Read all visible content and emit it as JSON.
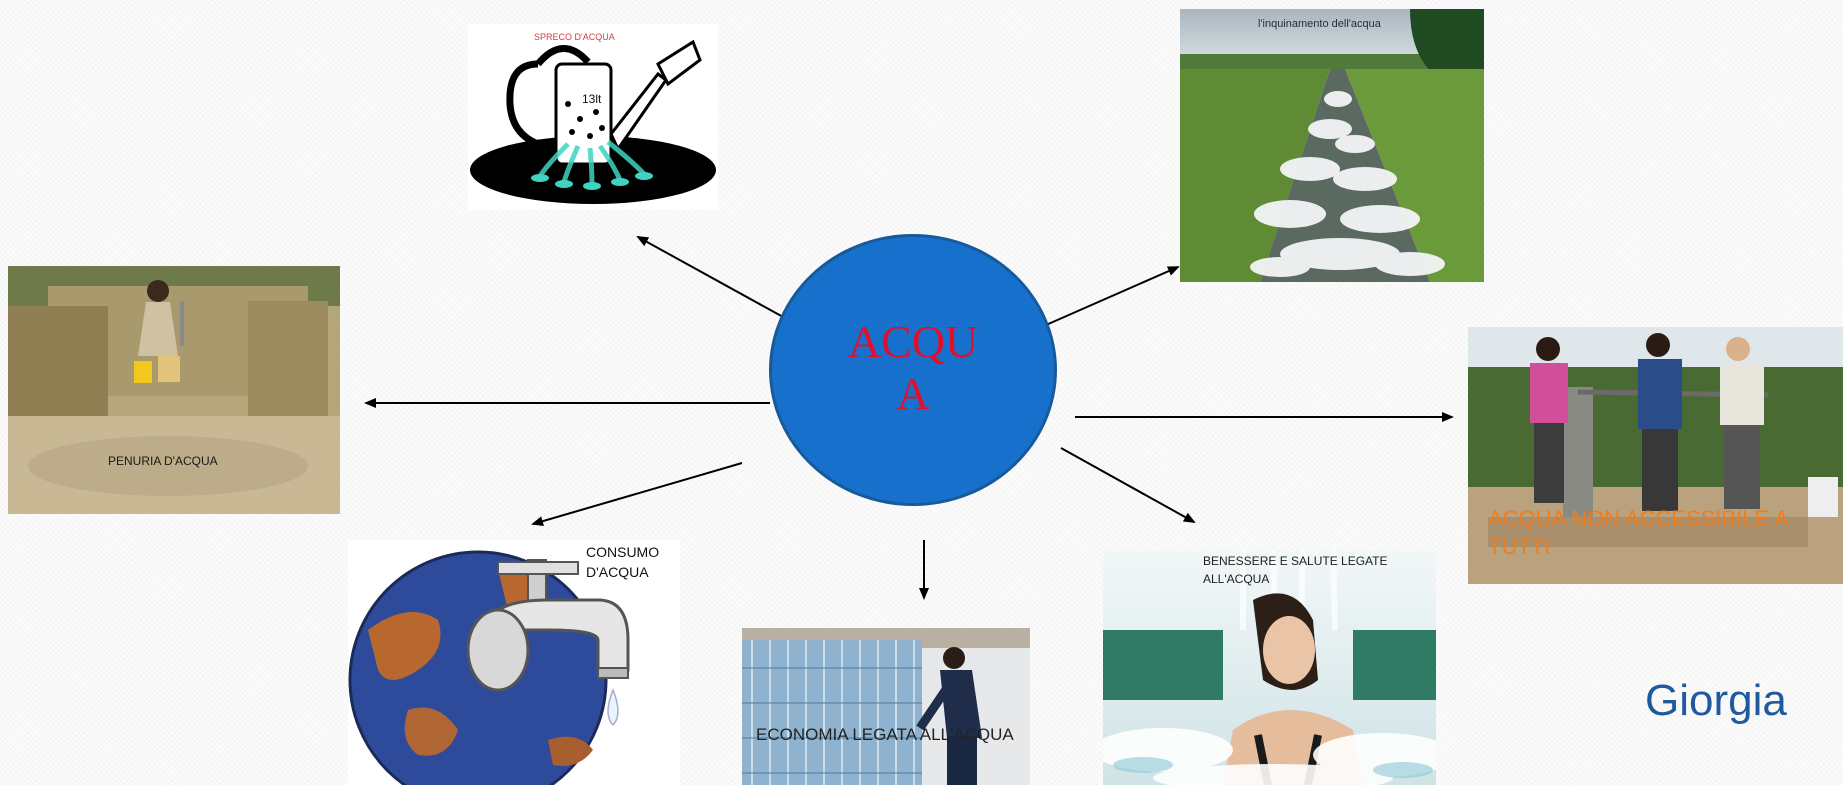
{
  "center": {
    "label": "ACQUA"
  },
  "nodes": {
    "waste": {
      "caption": "SPRECO D'ACQUA",
      "measure": "13lt",
      "image": "watering-can-illustration"
    },
    "pollution": {
      "caption": "l'inquinamento dell'acqua",
      "image": "polluted-foamy-canal-photo"
    },
    "shortage": {
      "caption": "PENURIA D'ACQUA",
      "image": "child-at-water-tap-photo"
    },
    "access": {
      "caption": "ACQUA NON ACCESSIBILE A TUTTI",
      "image": "people-at-hand-pump-photo"
    },
    "consumption": {
      "caption": "CONSUMO D'ACQUA",
      "image": "earth-faucet-illustration"
    },
    "economy": {
      "caption": "ECONOMIA LEGATA ALL'ACQUA",
      "image": "bottled-water-warehouse-photo"
    },
    "wellness": {
      "caption": "BENESSERE E SALUTE LEGATE ALL'ACQUA",
      "image": "woman-under-waterfall-photo"
    }
  },
  "author": "Giorgia",
  "colors": {
    "circle_fill": "#1771cc",
    "circle_border": "#165a9c",
    "center_text": "#e0102a",
    "access_text": "#f07d1a",
    "author_text": "#1f5a9e",
    "arrow": "#000000"
  }
}
